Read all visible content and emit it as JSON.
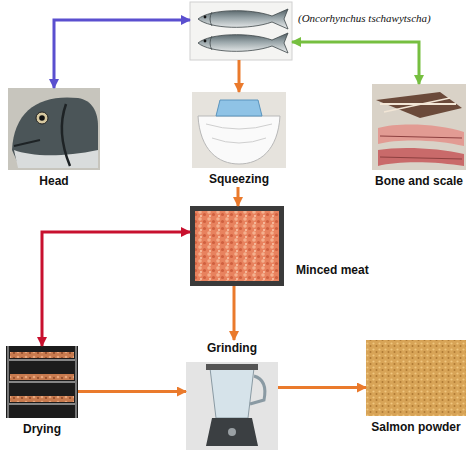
{
  "diagram": {
    "nodes": [
      {
        "text": [
          "(Oncorhynchus tschawytscha)"
        ]
      },
      {
        "text": [
          "Head"
        ]
      },
      {
        "text": [
          "Bone and scale"
        ]
      },
      {
        "text": [
          "Squeezing"
        ]
      },
      {
        "text": [
          "Minced meat"
        ]
      },
      {
        "text": [
          "Drying"
        ]
      },
      {
        "text": [
          "Grinding"
        ]
      },
      {
        "text": [
          "Salmon powder"
        ]
      }
    ],
    "edges": [
      {
        "from": 0,
        "to": 1,
        "arrow": "both"
      },
      {
        "from": 0,
        "to": 2,
        "arrow": "both"
      },
      {
        "from": 0,
        "to": 3,
        "arrow": "to"
      },
      {
        "from": 3,
        "to": 4,
        "arrow": "to"
      },
      {
        "from": 4,
        "to": 5,
        "arrow": "both"
      },
      {
        "from": 4,
        "to": 6,
        "arrow": "to"
      },
      {
        "from": 5,
        "to": 6,
        "arrow": "to"
      },
      {
        "from": 6,
        "to": 7,
        "arrow": "to"
      }
    ]
  }
}
